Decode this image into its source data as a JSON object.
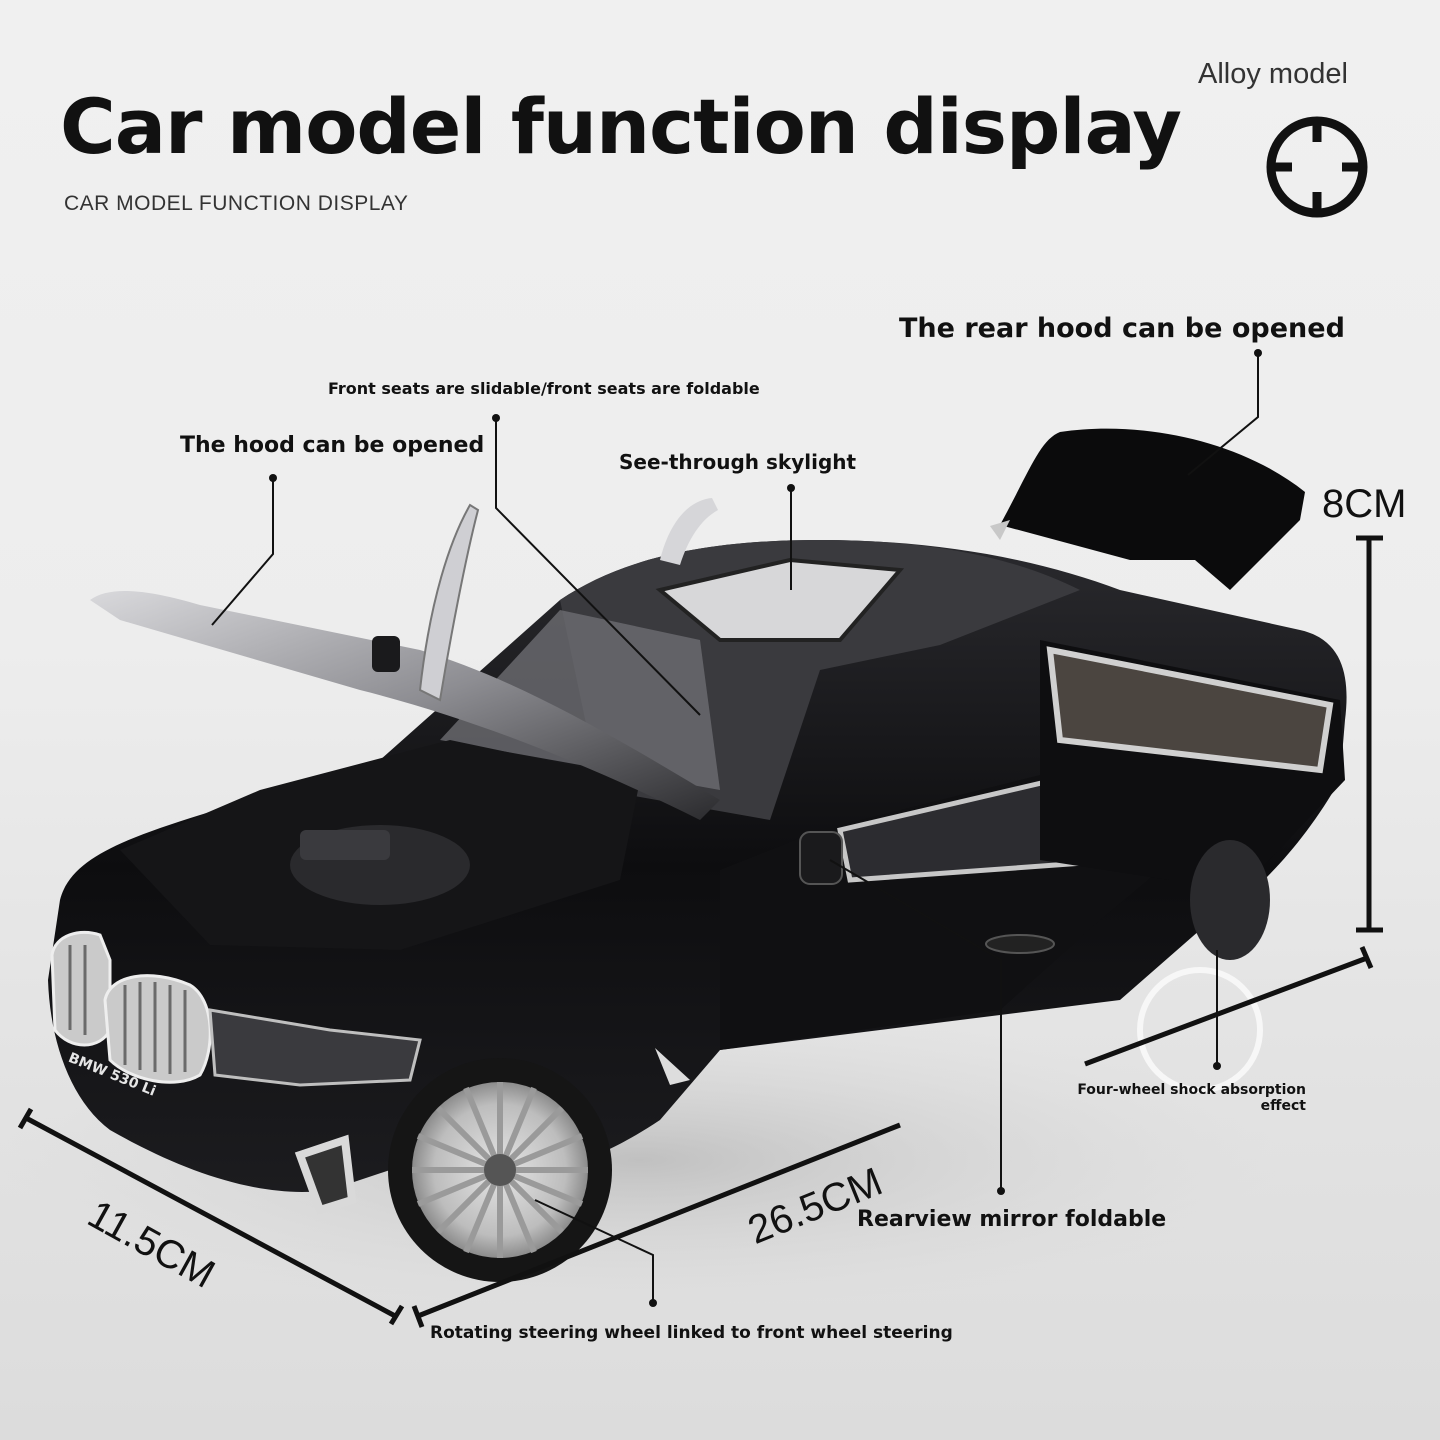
{
  "header": {
    "title": "Car model function display",
    "subtitle": "CAR MODEL FUNCTION DISPLAY",
    "badge_label": "Alloy model",
    "badge_icon": "crosshair-icon"
  },
  "product": {
    "model_plate": "BMW 530 Li",
    "body_color": "#0d0d0f"
  },
  "callouts": {
    "rear_hood": "The rear hood can be opened",
    "front_seats": "Front seats are slidable/front seats are foldable",
    "hood": "The hood can be opened",
    "skylight": "See-through skylight",
    "shock_absorption_line1": "Four-wheel shock absorption",
    "shock_absorption_line2": "effect",
    "rearview_mirror": "Rearview mirror foldable",
    "steering": "Rotating steering wheel linked to front wheel steering"
  },
  "dimensions": {
    "height": "8CM",
    "width": "11.5CM",
    "length": "26.5CM"
  }
}
